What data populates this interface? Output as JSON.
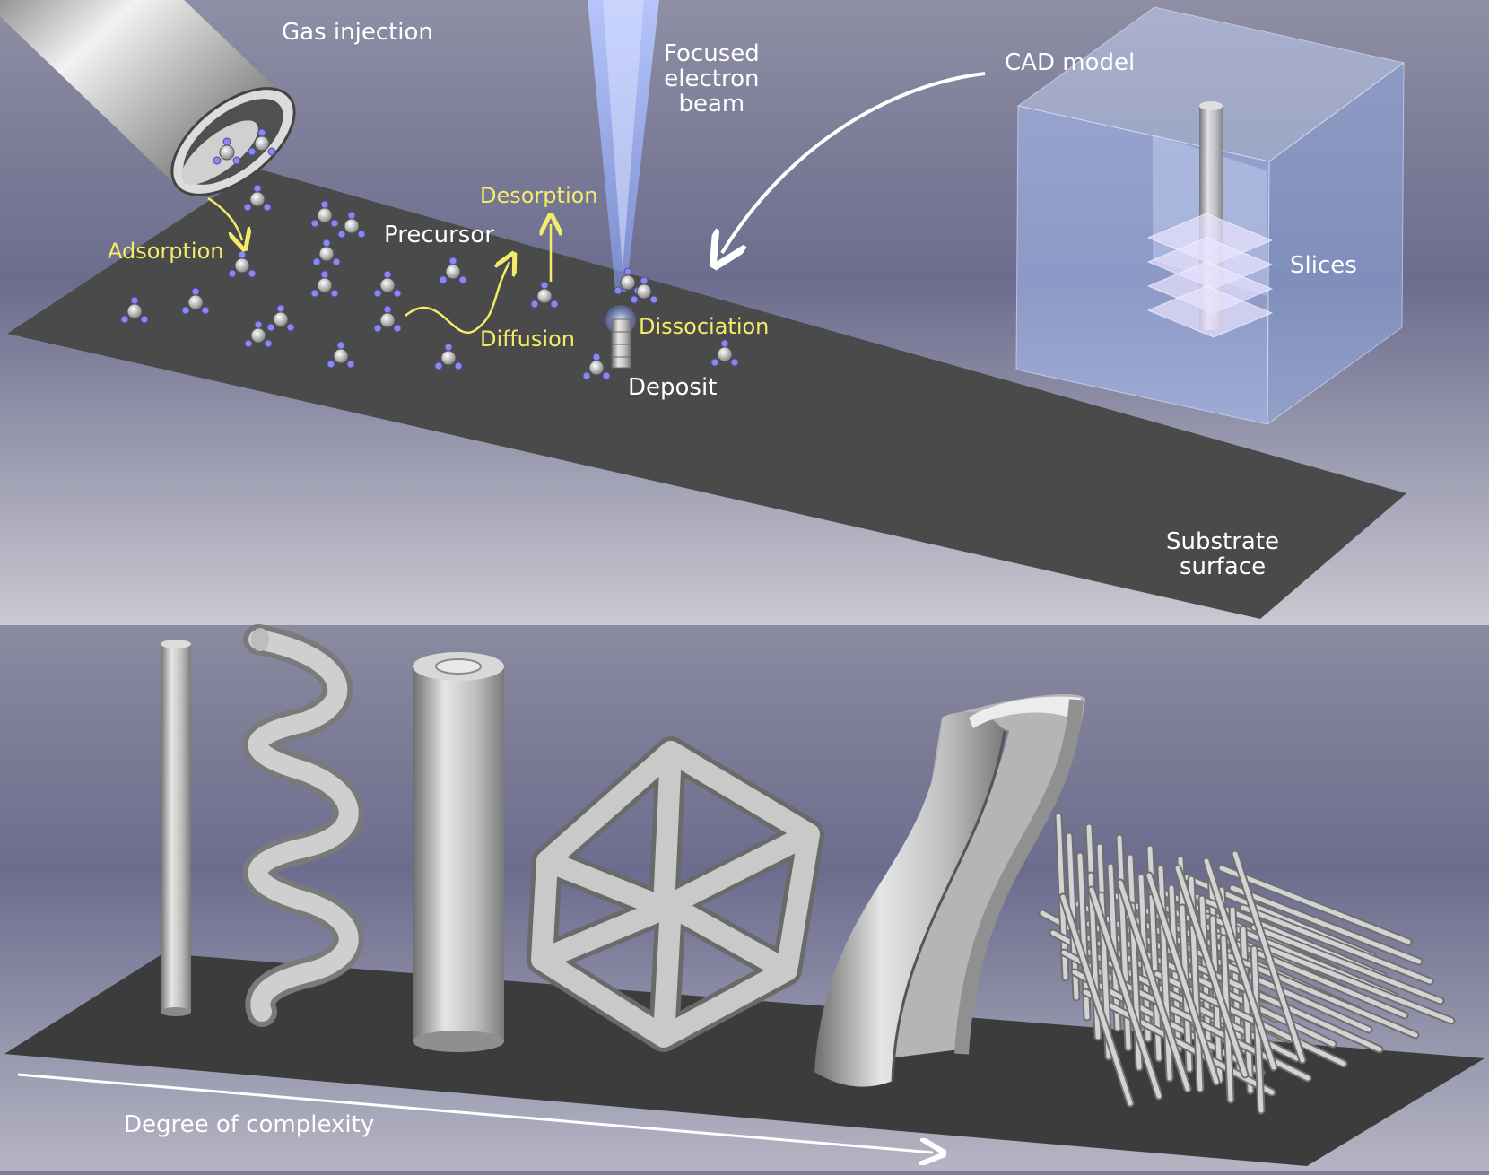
{
  "top_panel": {
    "labels": {
      "gas_injection": "Gas injection",
      "focused_beam": "Focused\nelectron\nbeam",
      "cad_model": "CAD model",
      "desorption": "Desorption",
      "precursor": "Precursor",
      "adsorption": "Adsorption",
      "diffusion": "Diffusion",
      "dissociation": "Dissociation",
      "deposit": "Deposit",
      "slices": "Slices",
      "substrate_surface": "Substrate\nsurface"
    },
    "colors": {
      "process_label": "#f3ec6a",
      "plain_label": "#ffffff",
      "precursor_ligand": "#8a8aee",
      "beam": "#9db4ff",
      "cad_volume": "#b4cdfa",
      "substrate": "#4a4a4a"
    }
  },
  "bottom_panel": {
    "axis_label": "Degree of complexity",
    "structures": [
      "rod-icon",
      "helix-icon",
      "tube-icon",
      "cube-frame-icon",
      "bent-channel-icon",
      "lattice-icon"
    ],
    "colors": {
      "substrate": "#3c3c3c",
      "structure_gray": "#c9c9c9"
    }
  }
}
